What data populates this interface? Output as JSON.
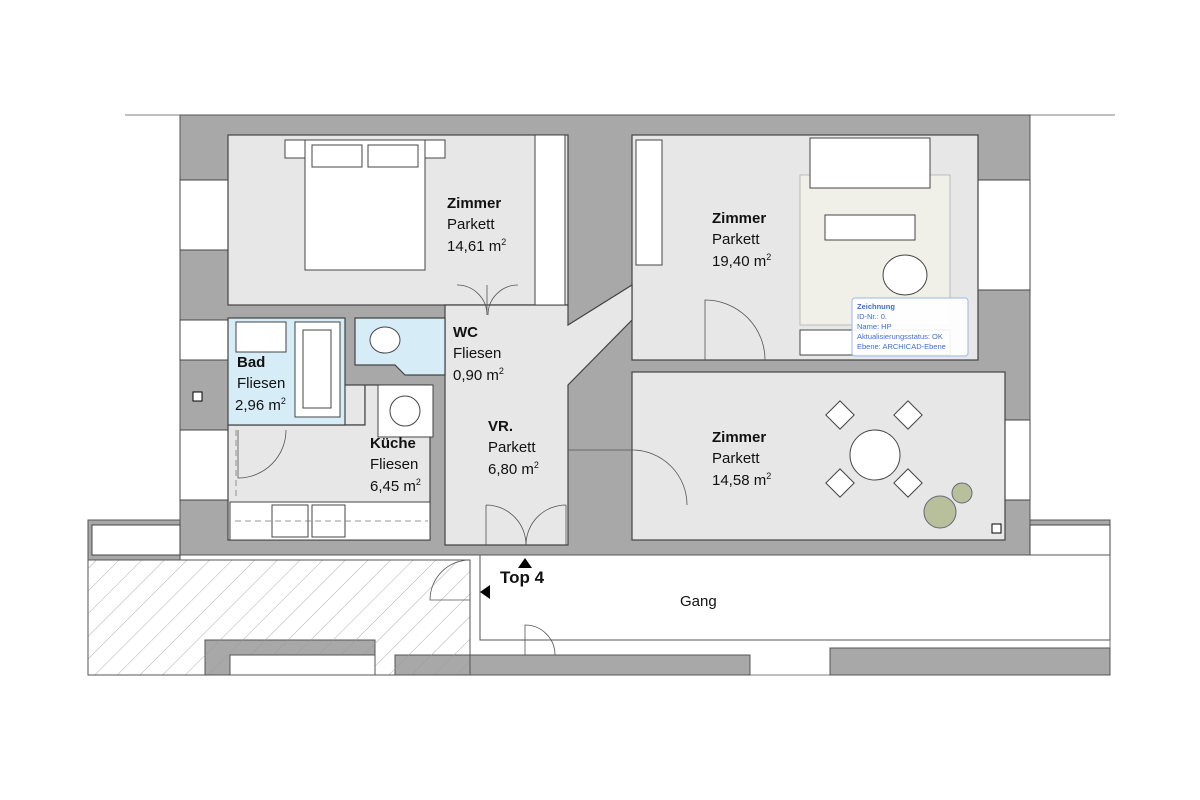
{
  "plan": {
    "unit_label": "Top 4",
    "corridor_label": "Gang",
    "rooms": [
      {
        "name": "Zimmer",
        "floor": "Parkett",
        "area": "14,61 m",
        "sup": "2"
      },
      {
        "name": "Zimmer",
        "floor": "Parkett",
        "area": "19,40 m",
        "sup": "2"
      },
      {
        "name": "Zimmer",
        "floor": "Parkett",
        "area": "14,58 m",
        "sup": "2"
      },
      {
        "name": "Bad",
        "floor": "Fliesen",
        "area": "2,96 m",
        "sup": "2"
      },
      {
        "name": "WC",
        "floor": "Fliesen",
        "area": "0,90 m",
        "sup": "2"
      },
      {
        "name": "Küche",
        "floor": "Fliesen",
        "area": "6,45 m",
        "sup": "2"
      },
      {
        "name": "VR.",
        "floor": "Parkett",
        "area": "6,80 m",
        "sup": "2"
      }
    ]
  },
  "tooltip": {
    "title": "Zeichnung",
    "lines": [
      "ID-Nr.: 0.",
      "Name: HP",
      "Aktualisierungsstatus: OK",
      "Ebene: ARCHICAD-Ebene"
    ]
  },
  "colors": {
    "wall": "#a8a8a8",
    "floor": "#e7e7e7",
    "wet": "#d6ecf6",
    "tooltip": "#3a6fd8"
  }
}
